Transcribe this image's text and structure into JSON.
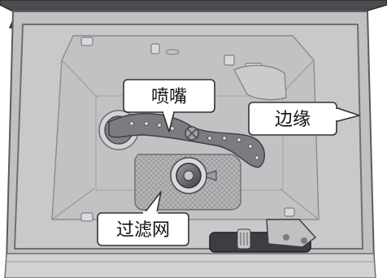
{
  "figure": {
    "callouts": {
      "spray_arm": "喷嘴",
      "edge": "边缘",
      "filter": "过滤网"
    },
    "colors": {
      "tub": "#c3c5c7",
      "tub_inner": "#b9bbbd",
      "rim": "#6d6f72",
      "spray_arm": "#7a7c7f",
      "filter_mesh": "#a9abad",
      "callout_box": "#ffffff",
      "callout_stroke": "#333333"
    }
  }
}
